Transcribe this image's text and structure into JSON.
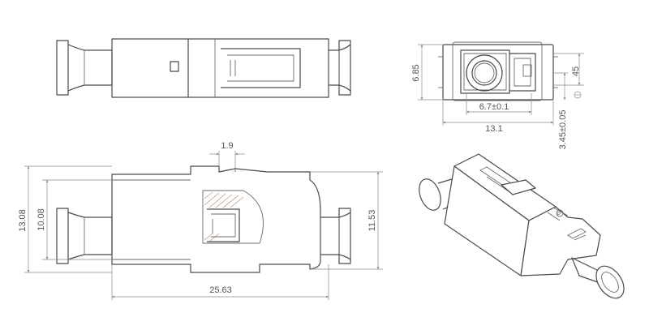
{
  "drawing": {
    "views": [
      "side-view",
      "end-view",
      "section-view",
      "isometric-view"
    ],
    "dimensions": {
      "end_height": "6.85",
      "end_right_height": "45",
      "end_inner_width": "6.7±0.1",
      "end_total_width": "13.1",
      "end_offset": "3.45±0.05",
      "shoulder_width": "1.9",
      "total_height": "13.08",
      "inner_height": "10.08",
      "body_height": "11.53",
      "total_length": "25.63"
    },
    "colors": {
      "line": "#4a4a4a",
      "dimension": "#8a8a8a",
      "hatch": "#c99a8a",
      "text": "#555555"
    }
  }
}
